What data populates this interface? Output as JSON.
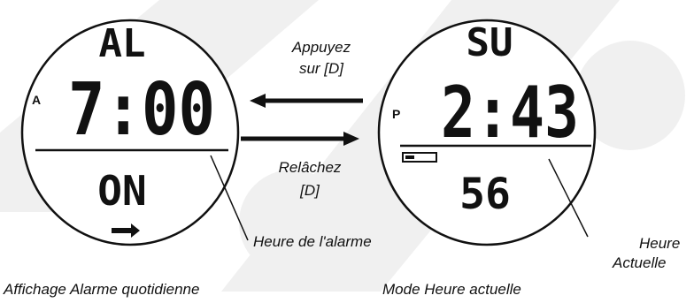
{
  "left_watch": {
    "mode_text": "AL",
    "time": "7:00",
    "period_indicator": "A",
    "status": "ON",
    "caption": "Affichage Alarme quotidienne",
    "callout": "Heure de l'alarme"
  },
  "right_watch": {
    "day": "SU",
    "time": "2:43",
    "period_indicator": "P",
    "seconds": "56",
    "caption": "Mode Heure actuelle",
    "callout_line1": "Heure",
    "callout_line2": "Actuelle"
  },
  "arrows": {
    "top_line1": "Appuyez",
    "top_line2": "sur [D]",
    "bottom_line1": "Relâchez",
    "bottom_line2": "[D]"
  }
}
